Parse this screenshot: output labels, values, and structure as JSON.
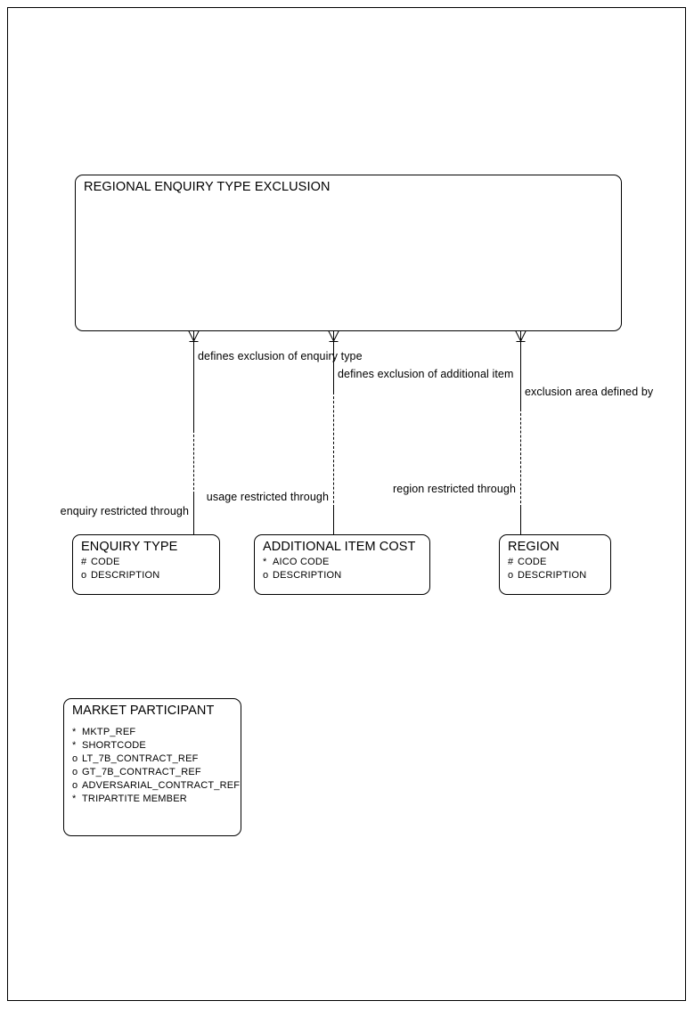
{
  "diagram": {
    "type": "entity-relationship",
    "title": "REGIONAL ENQUIRY TYPE EXCLUSION",
    "notation": "Barker ER",
    "markers": {
      "primary_key": "#",
      "mandatory": "*",
      "optional": "o"
    }
  },
  "entities": [
    {
      "id": "regional-enquiry-type-exclusion",
      "name": "REGIONAL ENQUIRY TYPE EXCLUSION",
      "attributes": []
    },
    {
      "id": "enquiry-type",
      "name": "ENQUIRY TYPE",
      "attributes": [
        {
          "mark": "#",
          "label": "CODE"
        },
        {
          "mark": "o",
          "label": "DESCRIPTION"
        }
      ]
    },
    {
      "id": "additional-item-cost",
      "name": "ADDITIONAL ITEM COST",
      "attributes": [
        {
          "mark": "*",
          "label": "AICO CODE"
        },
        {
          "mark": "o",
          "label": "DESCRIPTION"
        }
      ]
    },
    {
      "id": "region",
      "name": "REGION",
      "attributes": [
        {
          "mark": "#",
          "label": "CODE"
        },
        {
          "mark": "o",
          "label": "DESCRIPTION"
        }
      ]
    },
    {
      "id": "market-participant",
      "name": "MARKET PARTICIPANT",
      "attributes": [
        {
          "mark": "*",
          "label": "MKTP_REF"
        },
        {
          "mark": "*",
          "label": "SHORTCODE"
        },
        {
          "mark": "o",
          "label": "LT_7B_CONTRACT_REF"
        },
        {
          "mark": "o",
          "label": "GT_7B_CONTRACT_REF"
        },
        {
          "mark": "o",
          "label": "ADVERSARIAL_CONTRACT_REF"
        },
        {
          "mark": "*",
          "label": "TRIPARTITE MEMBER"
        }
      ]
    }
  ],
  "relationships": [
    {
      "id": "enquiry-type-exclusion",
      "from": "regional-enquiry-type-exclusion",
      "to": "enquiry-type",
      "from_label": "defines exclusion of enquiry type",
      "to_label": "enquiry restricted through"
    },
    {
      "id": "additional-item-exclusion",
      "from": "regional-enquiry-type-exclusion",
      "to": "additional-item-cost",
      "from_label": "defines exclusion of additional item",
      "to_label": "usage restricted through"
    },
    {
      "id": "region-exclusion",
      "from": "regional-enquiry-type-exclusion",
      "to": "region",
      "from_label": "exclusion area defined by",
      "to_label": "region restricted through"
    }
  ]
}
